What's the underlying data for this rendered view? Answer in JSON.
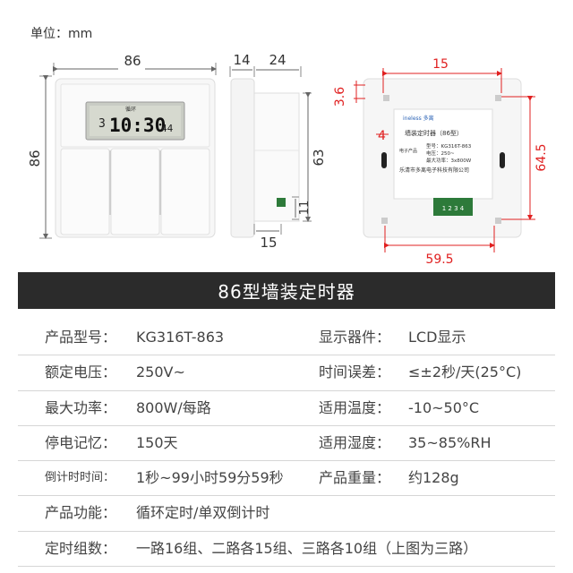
{
  "unit_label": "单位：mm",
  "dimensions": {
    "front_width": "86",
    "front_height": "86",
    "side_depth_a": "14",
    "side_depth_b": "24",
    "side_height": "63",
    "side_bottom": "15",
    "side_terminal": "11",
    "back_hole_top": "15",
    "back_offset": "3.6",
    "back_offset_small": "4",
    "back_hole_height": "64.5",
    "back_hole_width": "59.5"
  },
  "lcd": {
    "channel": "3",
    "time": "10:30",
    "seconds": "44",
    "tag": "循环"
  },
  "back_label": {
    "brand": "ineless 多离",
    "title": "墙装定时器（86型）",
    "model": "型号：KG316T-863",
    "voltage": "电压：250~",
    "power": "最大功率：3x800W",
    "company": "乐清市多离电子科技有限公司",
    "cert_left": "电子产品",
    "terminals": "1 2 3 4"
  },
  "banner_title": "86型墙装定时器",
  "specs": [
    {
      "label": "产品型号：",
      "value": "KG316T-863",
      "label2": "显示器件：",
      "value2": "LCD显示"
    },
    {
      "label": "额定电压：",
      "value": "250V~",
      "label2": "时间误差：",
      "value2": "≤±2秒/天(25°C)"
    },
    {
      "label": "最大功率：",
      "value": "800W/每路",
      "label2": "适用温度：",
      "value2": "-10~50°C"
    },
    {
      "label": "停电记忆：",
      "value": "150天",
      "label2": "适用湿度：",
      "value2": "35~85%RH"
    },
    {
      "label": "倒计时时间：",
      "value": "1秒~99小时59分59秒",
      "label2": "产品重量：",
      "value2": "约128g"
    },
    {
      "label": "产品功能：",
      "value": "循环定时/单双倒计时",
      "label2": "",
      "value2": ""
    },
    {
      "label": "定时组数：",
      "value": "一路16组、二路各15组、三路各10组（上图为三路）",
      "label2": "",
      "value2": ""
    }
  ]
}
